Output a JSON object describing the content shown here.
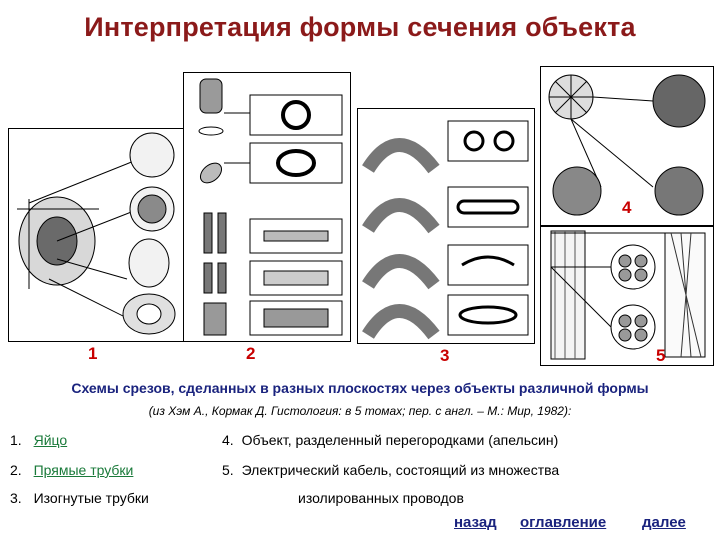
{
  "slide": {
    "title": "Интерпретация формы сечения объекта",
    "caption": "Схемы срезов, сделанных в разных плоскостях через объекты различной формы",
    "source": "(из Хэм А., Кормак Д. Гистология: в 5 томах; пер. с англ. – М.: Мир, 1982):"
  },
  "panels": [
    {
      "number": "1"
    },
    {
      "number": "2"
    },
    {
      "number": "3"
    },
    {
      "number": "4"
    },
    {
      "number": "5"
    }
  ],
  "list": [
    {
      "prefix": "1.",
      "label": "Яйцо"
    },
    {
      "prefix": "2.",
      "label": "Прямые трубки"
    },
    {
      "prefix": "3.",
      "label": "Изогнутые трубки"
    },
    {
      "prefix": "4.",
      "label": "Объект, разделенный перегородками (апельсин)"
    },
    {
      "prefix": "5.",
      "label": "Электрический кабель, состоящий из множества"
    },
    {
      "prefix": "",
      "label": "изолированных проводов"
    }
  ],
  "nav": {
    "back": "назад",
    "contents": "оглавление",
    "next": "далее"
  },
  "colors": {
    "title": "#8b1a1a",
    "panel_number": "#c80000",
    "caption": "#1a237e",
    "link": "#1a7a3a"
  }
}
